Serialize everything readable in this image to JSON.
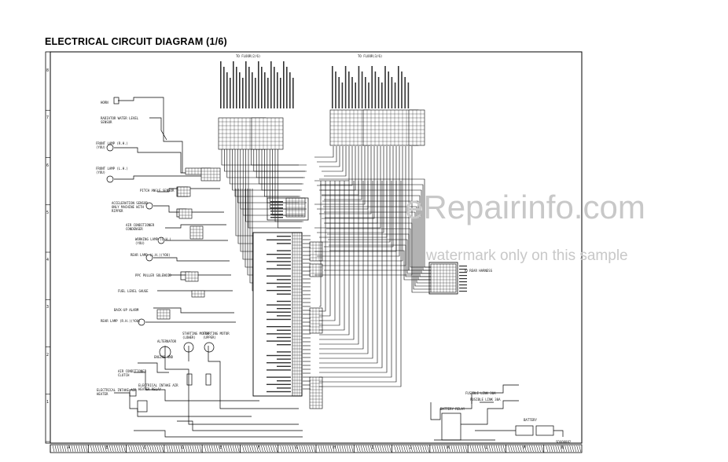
{
  "title": "ELECTRICAL CIRCUIT DIAGRAM (1/6)",
  "watermark": {
    "main": "eRepairinfo.com",
    "sub": "watermark only on this sample"
  },
  "header_labels": {
    "left": "TO FLOOR(2/6)",
    "right": "TO FLOOR(3/6)"
  },
  "component_labels": [
    "HORN",
    "RADIATOR WATER LEVEL SENSOR",
    "FRONT LAMP (R.H.)(YOU)",
    "FRONT LAMP (L.H.)(YOU)",
    "PITCH ANGLE SENSOR",
    "ACCELERATION SENSOR ONLY MACHINE WITH RIPPER",
    "AIR CONDITIONER CONDENSER",
    "WORKING LAMP (L.H.)(YOU)",
    "REAR LAMP (L.H.)(YOU)",
    "PPC PULLER SOLENOID",
    "FUEL LEVEL GAUGE",
    "BACK-UP ALARM",
    "REAR LAMP (R.H.)(YOU)",
    "ALTERNATOR",
    "STARTING MOTOR (LOWER)",
    "STARTING MOTOR (UPPER)",
    "ENGINE GND",
    "AIR CONDITIONER CLUTCH",
    "ELECTRICAL INTAKE AIR HEATER",
    "ELECTRICAL INTAKE AIR HEATER RELAY",
    "FUSIBLE LINK 30A",
    "FUSIBLE LINK 30A",
    "BATTERY",
    "BATTERY RELAY",
    "TO REAR HARNESS"
  ],
  "column_letters": [
    "A",
    "B",
    "C",
    "D",
    "E",
    "F",
    "G",
    "H",
    "I",
    "J",
    "K",
    "L",
    "M",
    "N"
  ],
  "row_numbers": [
    "8",
    "7",
    "6",
    "5",
    "4",
    "3",
    "2",
    "1"
  ],
  "part_number": "SDX00082"
}
